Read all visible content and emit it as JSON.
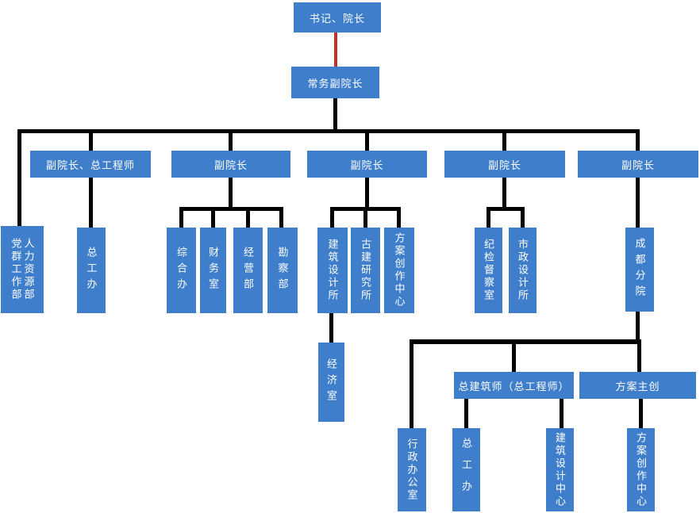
{
  "diagram": {
    "type": "org-chart",
    "colors": {
      "node_fill": "#3E7ECB",
      "node_text": "#FFFFFF",
      "connector": "#000000",
      "connector_red": "#C2312A",
      "background": "#FFFFFF"
    },
    "nodes": {
      "secretary_dean": "书记、院长",
      "exec_vice_dean": "常务副院长",
      "vice_dean_chief_engineer": "副院长、总工程师",
      "vice_dean_1": "副院长",
      "vice_dean_2": "副院长",
      "vice_dean_3": "副院长",
      "vice_dean_4": "副院长",
      "party_mass_dept": "党群工作部",
      "hr_dept": "人力资源部",
      "chief_eng_office": "总工办",
      "general_office": "综合办",
      "finance_office": "财务室",
      "business_dept": "经营部",
      "survey_dept": "勘察部",
      "arch_design_institute": "建筑设计所",
      "ancient_arch_institute": "古建研究所",
      "scheme_creation_center_1": "方案创作中心",
      "economy_office": "经济室",
      "discipline_inspection_office": "纪检督察室",
      "municipal_design_institute": "市政设计所",
      "chengdu_branch": "成都分院",
      "admin_office": "行政办公室",
      "chief_architect": "总建筑师（总工程师）",
      "chief_eng_office_branch": "总工办",
      "arch_design_center": "建筑设计中心",
      "scheme_creation_center_2": "方案创作中心",
      "scheme_lead": "方案主创"
    },
    "edges": [
      {
        "from": "secretary_dean",
        "to": [
          "exec_vice_dean"
        ],
        "line_color": "#C2312A"
      },
      {
        "from": "exec_vice_dean",
        "to": [
          "party_mass_dept+hr_dept",
          "vice_dean_chief_engineer",
          "vice_dean_1",
          "vice_dean_2",
          "vice_dean_3",
          "vice_dean_4"
        ],
        "line_color": "#000000"
      },
      {
        "from": "vice_dean_chief_engineer",
        "to": [
          "chief_eng_office"
        ],
        "line_color": "#000000"
      },
      {
        "from": "vice_dean_1",
        "to": [
          "general_office",
          "finance_office",
          "business_dept",
          "survey_dept"
        ],
        "line_color": "#000000"
      },
      {
        "from": "vice_dean_2",
        "to": [
          "arch_design_institute",
          "ancient_arch_institute",
          "scheme_creation_center_1"
        ],
        "line_color": "#000000"
      },
      {
        "from": "arch_design_institute",
        "to": [
          "economy_office"
        ],
        "line_color": "#000000"
      },
      {
        "from": "vice_dean_3",
        "to": [
          "discipline_inspection_office",
          "municipal_design_institute"
        ],
        "line_color": "#000000"
      },
      {
        "from": "vice_dean_4",
        "to": [
          "chengdu_branch"
        ],
        "line_color": "#000000"
      },
      {
        "from": "chengdu_branch",
        "to": [
          "admin_office",
          "chief_architect",
          "scheme_lead"
        ],
        "line_color": "#000000"
      },
      {
        "from": "chief_architect",
        "to": [
          "chief_eng_office_branch",
          "arch_design_center"
        ],
        "line_color": "#000000"
      },
      {
        "from": "scheme_lead",
        "to": [
          "scheme_creation_center_2"
        ],
        "line_color": "#000000"
      }
    ]
  }
}
